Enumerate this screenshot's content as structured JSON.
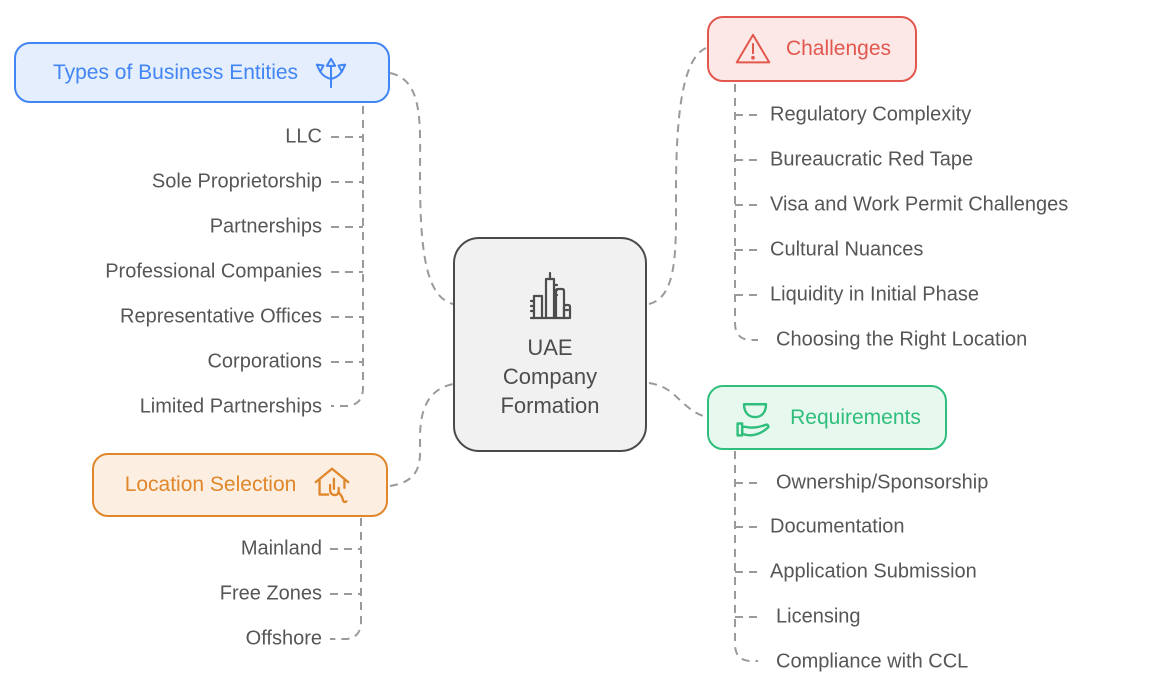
{
  "diagram": {
    "type": "mindmap",
    "background": "#FFFFFF",
    "connector_color": "#9A9A9A",
    "item_text_color": "#565656"
  },
  "center": {
    "lines": [
      "UAE",
      "Company",
      "Formation"
    ],
    "icon": "city-buildings-icon",
    "color": "#4D4D4D",
    "border": "#4A4A4A",
    "fill": "#F1F1F2"
  },
  "branches": {
    "types": {
      "label": "Types of Business Entities",
      "icon": "split-arrows-icon",
      "color": "#4285F4",
      "fill": "#E4EEFD",
      "items": [
        "LLC",
        "Sole Proprietorship",
        "Partnerships",
        "Professional Companies",
        "Representative Offices",
        "Corporations",
        "Limited Partnerships"
      ]
    },
    "location": {
      "label": "Location Selection",
      "icon": "house-select-icon",
      "color": "#E0862B",
      "fill": "#FCEFE1",
      "items": [
        "Mainland",
        "Free Zones",
        "Offshore"
      ]
    },
    "challenges": {
      "label": "Challenges",
      "icon": "warning-triangle-icon",
      "color": "#E2574E",
      "fill": "#FBE8E7",
      "items": [
        "Regulatory Complexity",
        "Bureaucratic Red Tape",
        "Visa and Work Permit Challenges",
        "Cultural Nuances",
        "Liquidity in Initial Phase",
        "Choosing the Right Location"
      ]
    },
    "requirements": {
      "label": "Requirements",
      "icon": "hand-bowl-icon",
      "color": "#2FBE7B",
      "fill": "#E7F8EF",
      "items": [
        "Ownership/Sponsorship",
        "Documentation",
        "Application Submission",
        "Licensing",
        "Compliance with CCL"
      ]
    }
  }
}
